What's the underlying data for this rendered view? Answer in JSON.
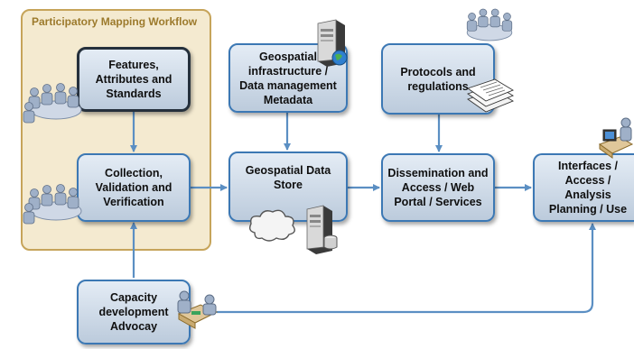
{
  "workflow_group": {
    "title": "Participatory Mapping Workflow"
  },
  "nodes": {
    "features": "Features,\nAttributes and\nStandards",
    "collection": "Collection,\nValidation and\nVerification",
    "geo_infra": "Geospatial\ninfrastructure /\nData management\nMetadata",
    "geo_store": "Geospatial Data\nStore",
    "protocols": "Protocols and\nregulations",
    "dissemination": "Dissemination and\nAccess / Web\nPortal / Services",
    "interfaces": "Interfaces /\nAccess / Analysis\nPlanning / Use",
    "capacity": "Capacity\ndevelopment\nAdvocay"
  },
  "colors": {
    "box_border": "#3c78b4",
    "box_fill_top": "#e4ecf5",
    "box_fill_bottom": "#bccbdc",
    "arrow": "#5b8fc3",
    "group_fill": "#f4ead0",
    "group_border": "#c6a45a",
    "group_title": "#9c7a2c"
  },
  "icons": [
    "meeting-group-icon",
    "server-globe-icon",
    "server-database-icon",
    "cloud-icon",
    "documents-stack-icon",
    "desk-meeting-icon",
    "computer-user-icon"
  ]
}
